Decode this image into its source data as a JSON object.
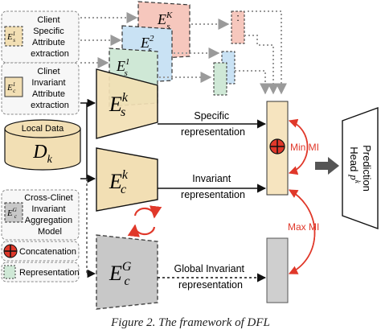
{
  "legend": {
    "client_specific": [
      "Client",
      "Specific",
      "Attribute",
      "extraction"
    ],
    "client_invariant": [
      "Clinet",
      "Invariant",
      "Attribute",
      "extraction"
    ],
    "cross_client": [
      "Cross-Clinet",
      "Invariant",
      "Aggregation",
      "Model"
    ],
    "concatenation": "Concatenation",
    "representation": "Representation"
  },
  "symbols": {
    "icon_es1": "E",
    "icon_es1_sub": "s",
    "icon_es1_sup": "1",
    "icon_ec1": "E",
    "icon_ec1_sub": "c",
    "icon_ec1_sup": "1",
    "icon_ecg": "E",
    "icon_ecg_sub": "c",
    "icon_ecg_sup": "G"
  },
  "local_data": {
    "label": "Local Data",
    "symbol": "D",
    "sub": "k"
  },
  "encoders": {
    "esk": {
      "main": "E",
      "sub": "s",
      "sup": "k"
    },
    "es1": {
      "main": "E",
      "sub": "s",
      "sup": "1"
    },
    "es2": {
      "main": "E",
      "sub": "s",
      "sup": "2"
    },
    "esK": {
      "main": "E",
      "sub": "s",
      "sup": "K"
    },
    "eck": {
      "main": "E",
      "sub": "c",
      "sup": "k"
    },
    "ecg": {
      "main": "E",
      "sub": "c",
      "sup": "G"
    }
  },
  "labels": {
    "specific": [
      "Specific",
      "representation"
    ],
    "invariant": [
      "Invariant",
      "representation"
    ],
    "global": [
      "Global Invariant",
      "representation"
    ],
    "min_mi": "Min MI",
    "max_mi": "Max MI",
    "dots": ":",
    "head": "Prediction",
    "head2": "Head",
    "head_sym": "p",
    "head_sup": "k"
  },
  "colors": {
    "esk_fill": "#f2dfb4",
    "es1_fill": "#cfe8d6",
    "es2_fill": "#c9e2f4",
    "esK_fill": "#f6c7bd",
    "ec_fill": "#f2dfb4",
    "ecg_fill": "#c8c8c8",
    "red": "#e0382a",
    "gray_arrow": "#9a9a9a"
  },
  "caption": "Figure 2. The framework of DFL"
}
